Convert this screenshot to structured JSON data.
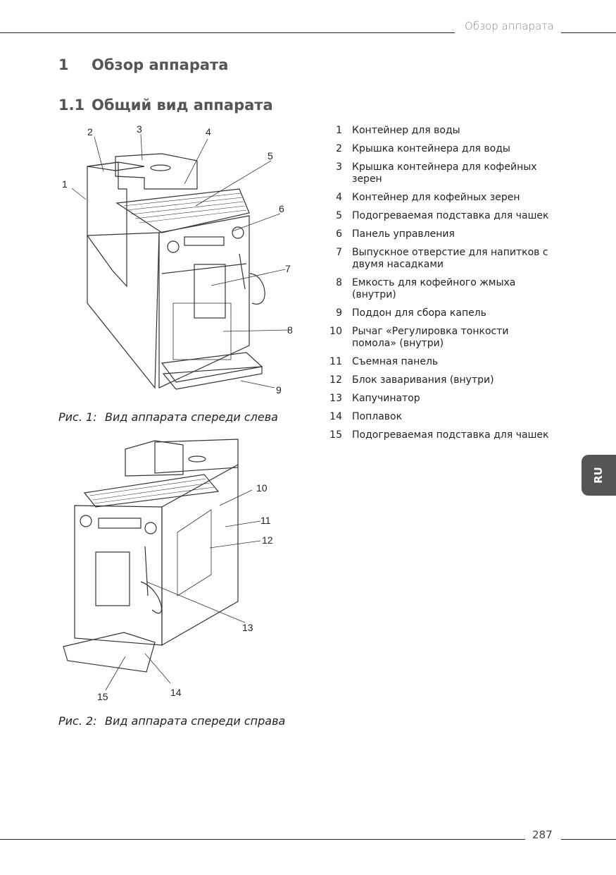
{
  "header": {
    "running_title": "Обзор аппарата"
  },
  "section": {
    "number": "1",
    "title": "Обзор аппарата"
  },
  "subsection": {
    "number": "1.1",
    "title": "Общий вид аппарата"
  },
  "figure1": {
    "label": "Рис. 1:",
    "caption": "Вид аппарата спереди слева",
    "callouts": [
      "1",
      "2",
      "3",
      "4",
      "5",
      "6",
      "7",
      "8",
      "9"
    ]
  },
  "figure2": {
    "label": "Рис. 2:",
    "caption": "Вид аппарата спереди справа",
    "callouts": [
      "10",
      "11",
      "12",
      "13",
      "14",
      "15"
    ]
  },
  "parts": [
    {
      "n": "1",
      "label": "Контейнер для воды"
    },
    {
      "n": "2",
      "label": "Крышка контейнера для воды"
    },
    {
      "n": "3",
      "label": "Крышка контейнера для кофейных зерен"
    },
    {
      "n": "4",
      "label": "Контейнер для кофейных зерен"
    },
    {
      "n": "5",
      "label": "Подогреваемая подставка для чашек"
    },
    {
      "n": "6",
      "label": "Панель управления"
    },
    {
      "n": "7",
      "label": "Выпускное отверстие для напитков с двумя насадками"
    },
    {
      "n": "8",
      "label": "Емкость для кофейного жмыха (внутри)"
    },
    {
      "n": "9",
      "label": "Поддон для сбора капель"
    },
    {
      "n": "10",
      "label": "Рычаг «Регулировка тонкости помола» (внутри)"
    },
    {
      "n": "11",
      "label": "Съемная панель"
    },
    {
      "n": "12",
      "label": "Блок заваривания (внутри)"
    },
    {
      "n": "13",
      "label": "Капучинатор"
    },
    {
      "n": "14",
      "label": "Поплавок"
    },
    {
      "n": "15",
      "label": "Подогреваемая подставка для чашек"
    }
  ],
  "side_tab": "RU",
  "footer": {
    "page_number": "287"
  }
}
